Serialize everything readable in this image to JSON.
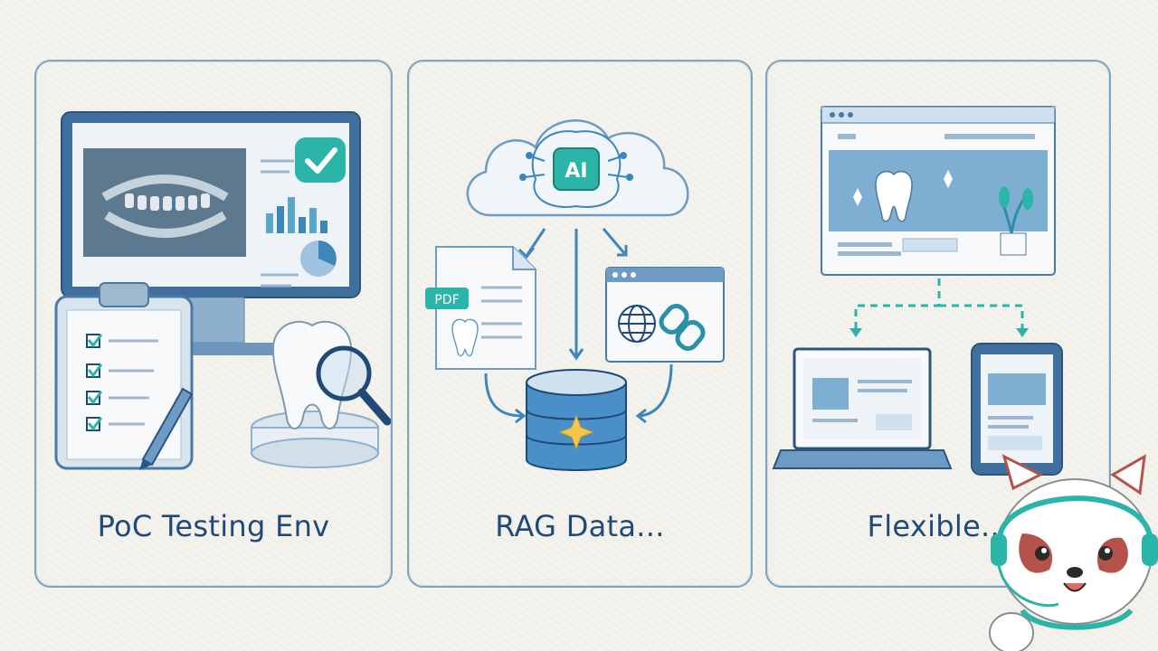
{
  "cards": [
    {
      "caption": "PoC Testing Env"
    },
    {
      "caption": "RAG Data..."
    },
    {
      "caption": "Flexible..."
    }
  ],
  "rag": {
    "ai_label": "AI",
    "pdf_label": "PDF"
  },
  "colors": {
    "ink": "#1f4a78",
    "border": "#7fa3c0",
    "teal": "#2bb5a8",
    "blue": "#4a8fc8",
    "light_blue": "#cfe0ee"
  }
}
